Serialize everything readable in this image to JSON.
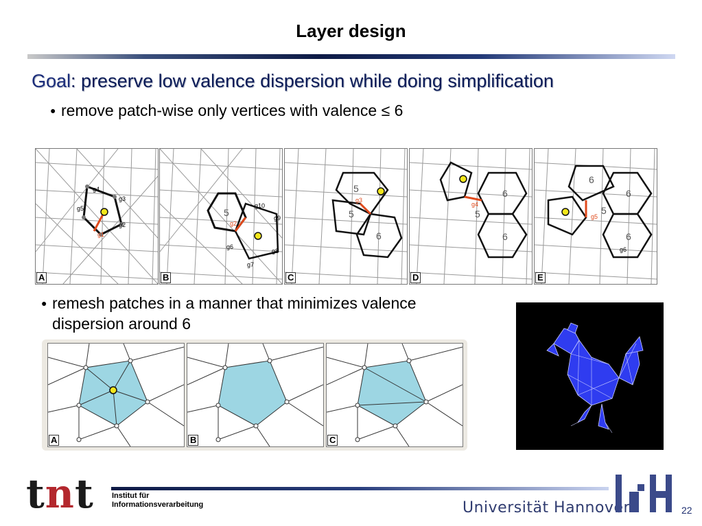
{
  "slide": {
    "title": "Layer design",
    "goal_word": "Goal",
    "goal_rest": ": preserve low valence dispersion while doing simplification",
    "bullet1": "remove patch-wise only vertices with valence ≤ 6",
    "bullet2_line1": "remesh patches in a manner that minimizes valence",
    "bullet2_line2": "dispersion around 6",
    "bullet_glyph": "●"
  },
  "top_panels": [
    {
      "label": "A",
      "edge_labels": [
        "g1",
        "g2",
        "g3",
        "g4",
        "g5"
      ],
      "valence_labels": []
    },
    {
      "label": "B",
      "edge_labels": [
        "g2",
        "g6",
        "g7",
        "g8",
        "g9",
        "g10"
      ],
      "valence_labels": [
        "5"
      ]
    },
    {
      "label": "C",
      "edge_labels": [
        "g3"
      ],
      "valence_labels": [
        "5",
        "5",
        "6"
      ]
    },
    {
      "label": "D",
      "edge_labels": [
        "g4"
      ],
      "valence_labels": [
        "6",
        "5",
        "6"
      ]
    },
    {
      "label": "E",
      "edge_labels": [
        "g5",
        "g6"
      ],
      "valence_labels": [
        "6",
        "6",
        "5",
        "6"
      ]
    }
  ],
  "bottom_panels": [
    {
      "label": "A"
    },
    {
      "label": "B"
    },
    {
      "label": "C"
    }
  ],
  "footer": {
    "logo_t1": "t",
    "logo_n": "n",
    "logo_t2": "t",
    "institute_line1": "Institut für",
    "institute_line2": "Informationsverarbeitung",
    "university": "Universität Hannover",
    "page_number": "22"
  },
  "colors": {
    "accent_blue": "#0b1b57",
    "patch_fill": "#9dd6e3",
    "edge_red": "#e04a1c",
    "vertex_yellow": "#f3e61a",
    "logo_red": "#b3272d"
  }
}
